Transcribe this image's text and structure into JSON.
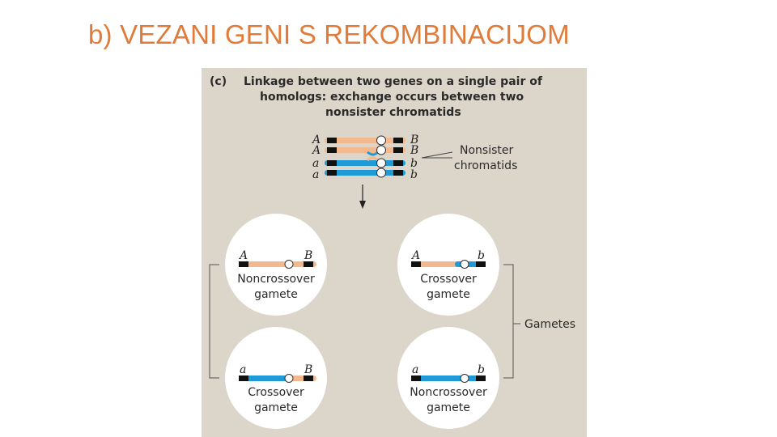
{
  "slide": {
    "title": "b) VEZANI GENI S REKOMBINACIJOM"
  },
  "figure": {
    "panel_label": "(c)",
    "caption_lines": [
      "Linkage between two genes on a single pair of",
      "homologs: exchange occurs between two",
      "nonsister chromatids"
    ],
    "nonsister_label": [
      "Nonsister",
      "chromatids"
    ],
    "chromatids": [
      {
        "left": "A",
        "right": "B"
      },
      {
        "left": "A",
        "right": "B"
      },
      {
        "left": "a",
        "right": "b"
      },
      {
        "left": "a",
        "right": "b"
      }
    ],
    "gametes_label": "Gametes",
    "gametes": [
      {
        "left": "A",
        "right": "B",
        "line1": "Noncrossover",
        "line2": "gamete"
      },
      {
        "left": "A",
        "right": "b",
        "line1": "Crossover",
        "line2": "gamete"
      },
      {
        "left": "a",
        "right": "B",
        "line1": "Crossover",
        "line2": "gamete"
      },
      {
        "left": "a",
        "right": "b",
        "line1": "Noncrossover",
        "line2": "gamete"
      }
    ],
    "colors": {
      "background": "#dcd5c9",
      "orange": "#f2b88e",
      "blue": "#1f9ad8",
      "locus": "#111111"
    }
  }
}
